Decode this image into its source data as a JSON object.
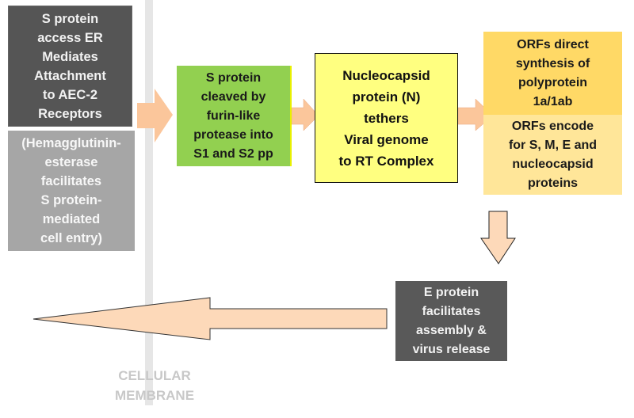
{
  "diagram": {
    "title": "Coronavirus cell entry and replication pathway",
    "colors": {
      "arrow_fill": "#fbc69b",
      "arrow_fill_light": "#fdd9b9",
      "membrane": "#e6e6e6",
      "dark_box": "#555555",
      "gray_box": "#a6a6a6",
      "green_box": "#92d050",
      "yellow_box": "#ffff80",
      "orange_top": "#ffd966",
      "orange_bottom": "#ffe699"
    },
    "boxes": {
      "s_protein_access": "S protein\naccess ER\nMediates\nAttachment\nto AEC-2\nReceptors",
      "hemagglutinin": "(Hemagglutinin-\nesterase\nfacilitates\nS protein-\nmediated\ncell entry)",
      "s_protein_cleaved": "S protein\ncleaved by\nfurin-like\nprotease into\nS1 and S2 pp",
      "nucleocapsid": "Nucleocapsid\nprotein (N)\ntethers\nViral genome\nto RT Complex",
      "orfs_direct": "ORFs direct\nsynthesis of\npolyprotein\n1a/1ab",
      "orfs_encode": "ORFs encode\nfor S, M, E and\nnucleocapsid\nproteins",
      "e_protein": "E protein\nfacilitates\nassembly &\nvirus release"
    },
    "membrane_label": "CELLULAR\nMEMBRANE",
    "arrows": [
      {
        "from": "s_protein_access",
        "to": "s_protein_cleaved",
        "direction": "right"
      },
      {
        "from": "s_protein_cleaved",
        "to": "nucleocapsid",
        "direction": "right"
      },
      {
        "from": "nucleocapsid",
        "to": "orfs",
        "direction": "right"
      },
      {
        "from": "orfs",
        "to": "e_protein",
        "direction": "down"
      },
      {
        "from": "e_protein",
        "to": "outside_cell",
        "direction": "left"
      }
    ]
  }
}
